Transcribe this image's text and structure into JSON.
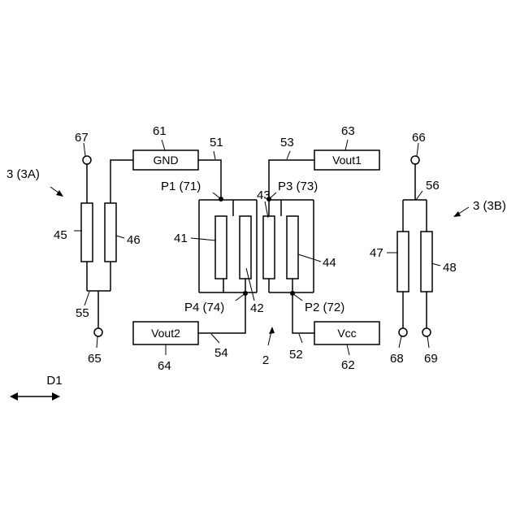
{
  "boxes": {
    "gnd": "GND",
    "vout1": "Vout1",
    "vout2": "Vout2",
    "vcc": "Vcc"
  },
  "labels": {
    "sensor_3a": "3 (3A)",
    "sensor_3b": "3 (3B)",
    "device_2": "2",
    "direction": "D1",
    "p1": "P1 (71)",
    "p2": "P2 (72)",
    "p3": "P3 (73)",
    "p4": "P4 (74)",
    "n41": "41",
    "n42": "42",
    "n43": "43",
    "n44": "44",
    "n45": "45",
    "n46": "46",
    "n47": "47",
    "n48": "48",
    "n51": "51",
    "n52": "52",
    "n53": "53",
    "n54": "54",
    "n55": "55",
    "n56": "56",
    "n61": "61",
    "n62": "62",
    "n63": "63",
    "n64": "64",
    "n65": "65",
    "n66": "66",
    "n67": "67",
    "n68": "68",
    "n69": "69"
  }
}
